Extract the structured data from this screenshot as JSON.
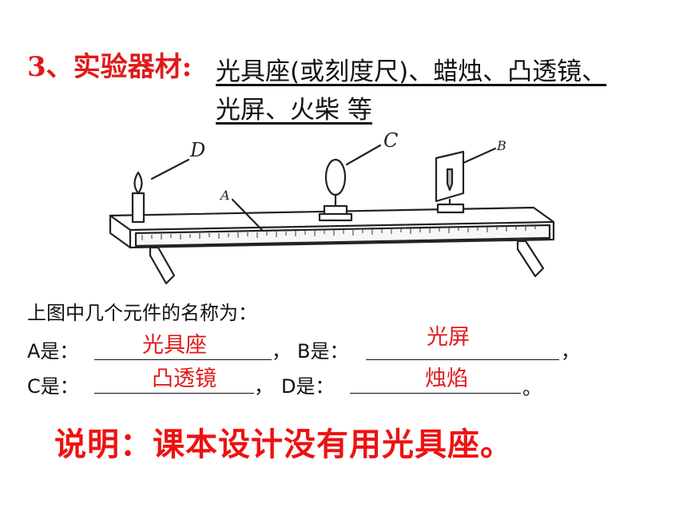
{
  "heading": "3、实验器材:",
  "materials": {
    "line1": "光具座(或刻度尺)、蜡烛、凸透镜、",
    "line2": "光屏、火柴 等"
  },
  "figure_labels": {
    "A": "A",
    "B": "B",
    "C": "C",
    "D": "D"
  },
  "question": {
    "caption": "上图中几个元件的名称为：",
    "a_label": "A是：",
    "a_answer": "光具座",
    "sep1": "，",
    "b_label": "B是：",
    "b_answer": "光屏",
    "sep2": "，",
    "c_label": "C是：",
    "c_answer": "凸透镜",
    "sep3": "，",
    "d_label": "D是：",
    "d_answer": "烛焰",
    "end": "。"
  },
  "note": "说明：课本设计没有用光具座。",
  "colors": {
    "accent_red": "#e01a1a",
    "text": "#111111"
  }
}
